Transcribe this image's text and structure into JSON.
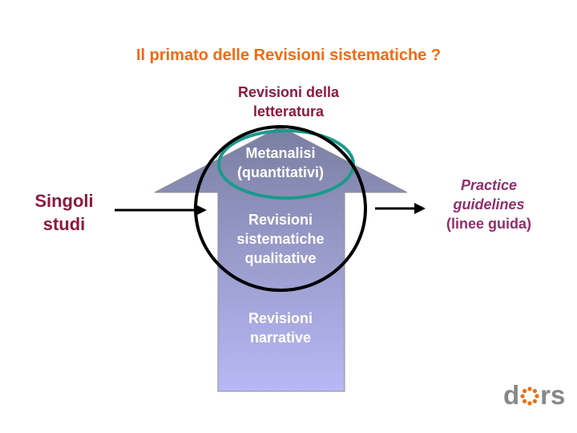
{
  "title": "Il primato delle Revisioni sistematiche ?",
  "top_label": [
    "Revisioni della",
    "letteratura"
  ],
  "left_label": [
    "Singoli",
    "studi"
  ],
  "right_label": {
    "line1": "Practice",
    "line2": "guidelines",
    "line3": "(linee guida)"
  },
  "arrow_levels": {
    "top": [
      "Metanalisi",
      "(quantitativi)"
    ],
    "middle": [
      "Revisioni",
      "sistematiche",
      "qualitative"
    ],
    "bottom": [
      "Revisioni",
      "narrative"
    ]
  },
  "logo": {
    "d": "d",
    "rs": "rs"
  },
  "colors": {
    "title": "#f26a13",
    "maroon": "#8b1a40",
    "right_label": "#8f2f6a",
    "teal": "#1a9a8c",
    "arrow_top": "#7a7ea0",
    "arrow_bottom": "#b8b8f6",
    "logo_gray": "#878787",
    "logo_orange": "#e8701a"
  }
}
